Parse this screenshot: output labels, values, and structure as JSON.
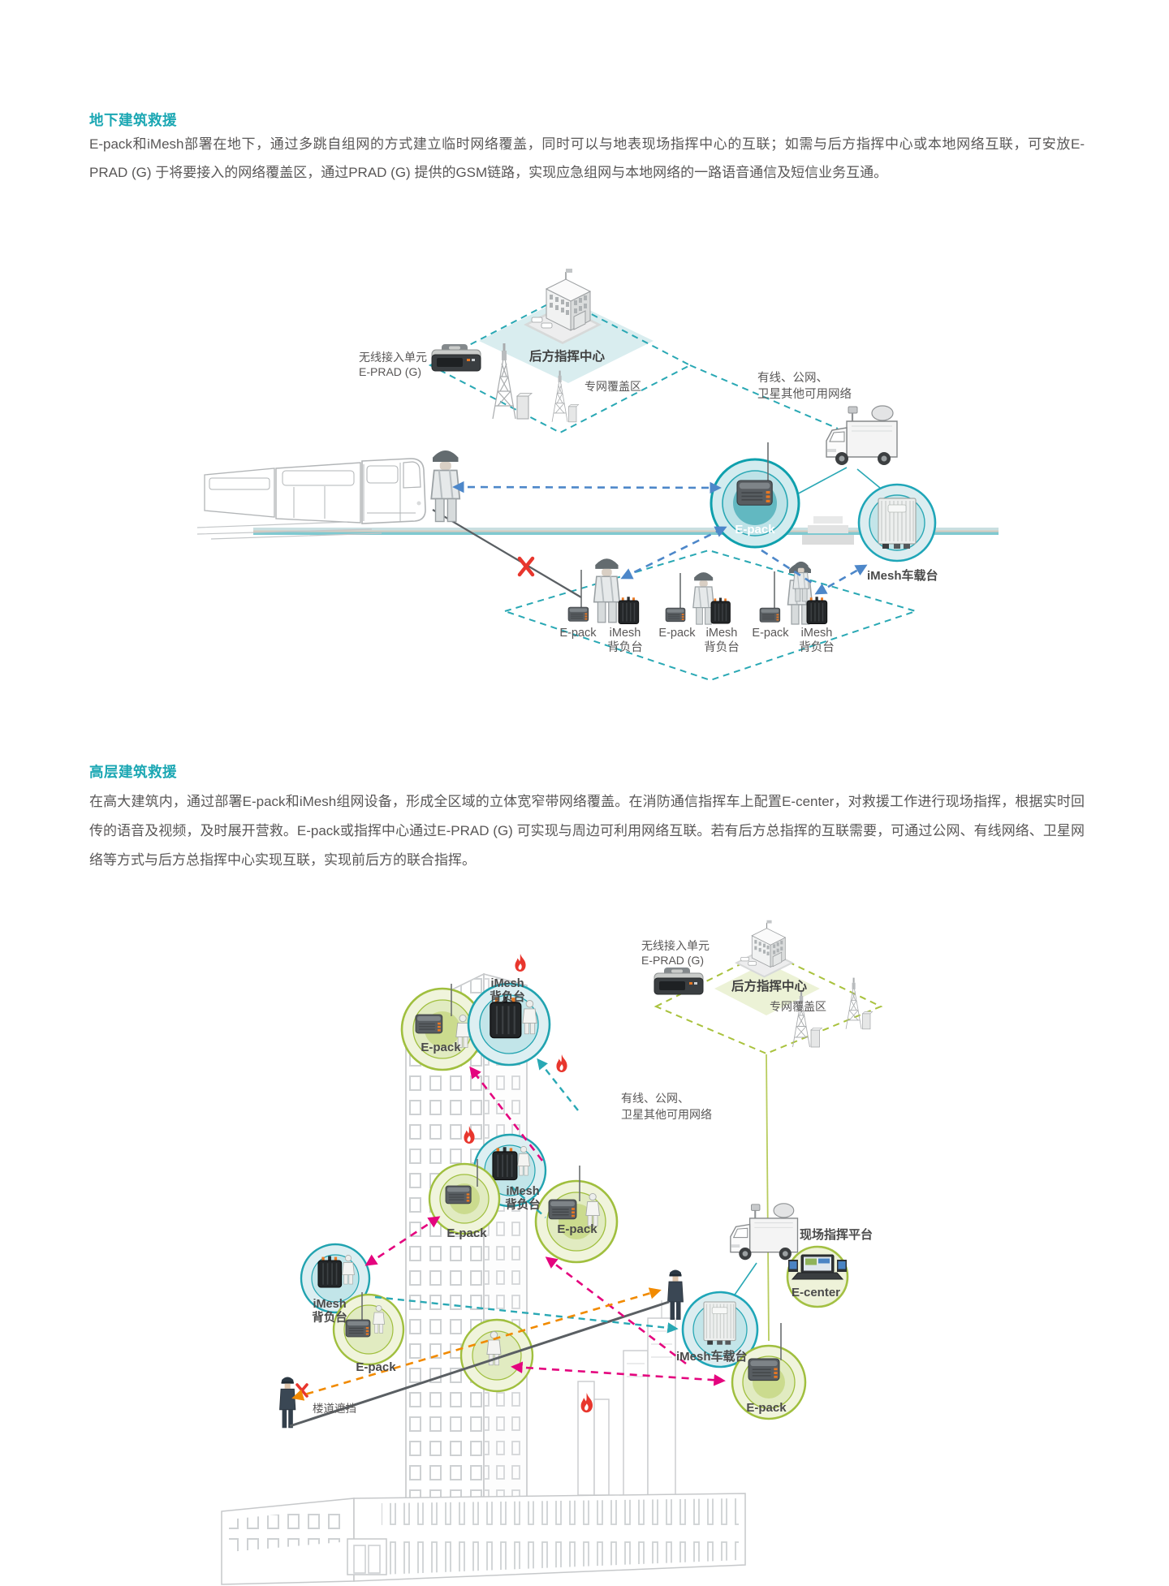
{
  "sections": [
    {
      "heading": "地下建筑救援",
      "body": "E-pack和iMesh部署在地下，通过多跳自组网的方式建立临时网络覆盖，同时可以与地表现场指挥中心的互联；如需与后方指挥中心或本地网络互联，可安放E-PRAD (G) 于将要接入的网络覆盖区，通过PRAD (G) 提供的GSM链路，实现应急组网与本地网络的一路语音通信及短信业务互通。"
    },
    {
      "heading": "高层建筑救援",
      "body": "在高大建筑内，通过部署E-pack和iMesh组网设备，形成全区域的立体宽窄带网络覆盖。在消防通信指挥车上配置E-center，对救援工作进行现场指挥，根据实时回传的语音及视频，及时展开营救。E-pack或指挥中心通过E-PRAD (G) 可实现与周边可利用网络互联。若有后方总指挥的互联需要，可通过公网、有线网络、卫星网络等方式与后方总指挥中心实现互联，实现前后方的联合指挥。"
    }
  ],
  "labels": {
    "wireless_unit": "无线接入单元",
    "eprad": "E-PRAD (G)",
    "rear_command": "后方指挥中心",
    "private_coverage": "专网覆盖区",
    "other_networks_1": "有线、公网、",
    "other_networks_2": "卫星其他可用网络",
    "epack": "E-pack",
    "imesh": "iMesh",
    "backpack": "背负台",
    "imesh_vehicle": "iMesh车载台",
    "site_platform": "现场指挥平台",
    "ecenter": "E-center",
    "corridor_block": "楼道遮挡"
  },
  "colors": {
    "heading_teal": "#1ba7b3",
    "diamond_teal": "#29a8b4",
    "node_green": "#a0bf3e",
    "olive": "#a9c23d",
    "magenta": "#e4047e",
    "orange": "#f18a00",
    "blue": "#4d87c9",
    "alert_red": "#e8362d",
    "body_text": "#595757"
  }
}
